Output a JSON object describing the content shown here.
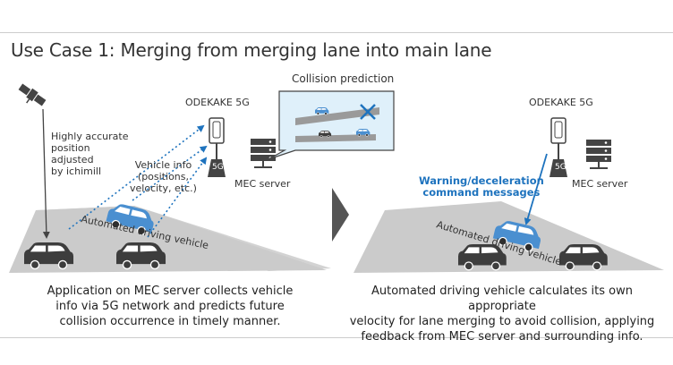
{
  "title": "Use Case 1: Merging from merging lane into main lane",
  "left_panel": {
    "gps_text": "Highly accurate\nposition\nadjusted\nby ichimill",
    "antenna_label": "ODEKAKE 5G",
    "antenna_badge": "5G",
    "vehicle_info": "Vehicle info\n(positions,\nvelocity, etc.)",
    "server_label": "MEC server",
    "road_label": "Automated driving vehicle",
    "collision_label": "Collision prediction",
    "caption": "Application on MEC server collects vehicle\ninfo via 5G network and predicts future\ncollision occurrence in timely manner."
  },
  "right_panel": {
    "antenna_label": "ODEKAKE 5G",
    "antenna_badge": "5G",
    "server_label": "MEC server",
    "warning_text": "Warning/deceleration\ncommand messages",
    "road_label": "Automated driving vehicle",
    "caption": "Automated driving vehicle calculates its own appropriate\nvelocity for lane merging to avoid collision, applying\nfeedback from MEC server and surrounding info."
  },
  "colors": {
    "road": "#c9c9c9",
    "road_dark": "#b5b5b5",
    "car_dark": "#3d3d3d",
    "car_blue": "#4a8fd0",
    "accent_blue": "#1e73be",
    "bubble_bg": "#dff0fa",
    "border": "#cccccc"
  },
  "icons": [
    "satellite-icon",
    "antenna-icon",
    "server-icon",
    "car-icon",
    "cross-icon",
    "arrow-icon"
  ]
}
